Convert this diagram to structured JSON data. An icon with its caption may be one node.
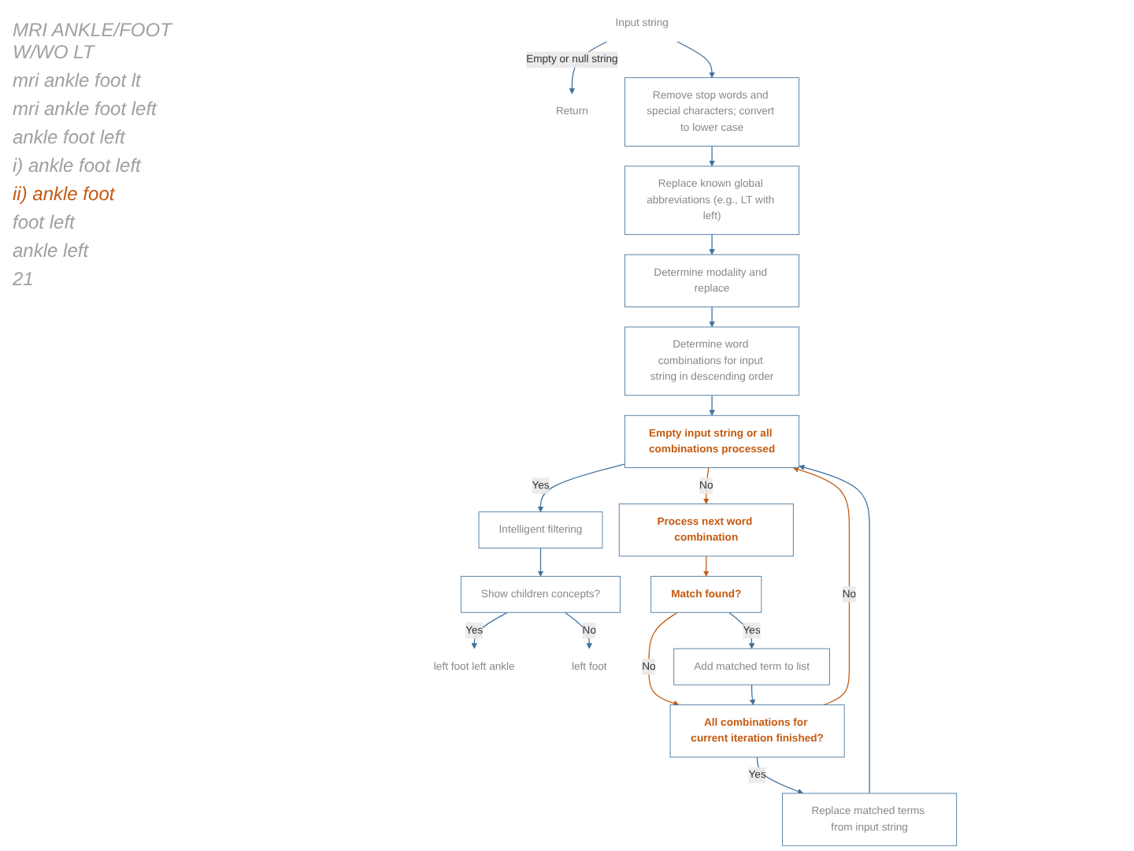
{
  "diagram": {
    "nodes": [
      {
        "text": [
          "Input string"
        ]
      },
      {
        "text": [
          "Return"
        ]
      },
      {
        "text": [
          "Remove stop words and special characters; convert to lower case"
        ]
      },
      {
        "text": [
          "Replace known global abbreviations (e.g., LT with left)"
        ]
      },
      {
        "text": [
          "Determine modality and replace"
        ]
      },
      {
        "text": [
          "Determine word combinations for input string in descending order"
        ]
      },
      {
        "text": [
          "Empty input string or all combinations processed"
        ]
      },
      {
        "text": [
          "Intelligent filtering"
        ]
      },
      {
        "text": [
          "Show children concepts?"
        ]
      },
      {
        "text": [
          "left foot left ankle"
        ]
      },
      {
        "text": [
          "left foot"
        ]
      },
      {
        "text": [
          "Process next word combination"
        ]
      },
      {
        "text": [
          "Match found?"
        ]
      },
      {
        "text": [
          "Add matched term to list"
        ]
      },
      {
        "text": [
          "All combinations for current iteration finished?"
        ]
      },
      {
        "text": [
          "Replace matched terms from input string"
        ]
      }
    ],
    "edges": [
      {
        "from": 0,
        "to": 2,
        "arrow": "to"
      },
      {
        "from": 0,
        "to": 1,
        "arrow": "to",
        "label": "Empty or null string"
      },
      {
        "from": 2,
        "to": 3,
        "arrow": "to"
      },
      {
        "from": 3,
        "to": 4,
        "arrow": "to"
      },
      {
        "from": 4,
        "to": 5,
        "arrow": "to"
      },
      {
        "from": 5,
        "to": 6,
        "arrow": "to"
      },
      {
        "from": 6,
        "to": 7,
        "arrow": "to",
        "label": "Yes"
      },
      {
        "from": 7,
        "to": 8,
        "arrow": "to"
      },
      {
        "from": 8,
        "to": 9,
        "arrow": "to",
        "label": "Yes"
      },
      {
        "from": 8,
        "to": 10,
        "arrow": "to",
        "label": "No"
      },
      {
        "from": 6,
        "to": 11,
        "arrow": "to",
        "label": "No",
        "color": "#c55a11"
      },
      {
        "from": 11,
        "to": 12,
        "arrow": "to",
        "color": "#c55a11"
      },
      {
        "from": 12,
        "to": 13,
        "arrow": "to",
        "label": "Yes"
      },
      {
        "from": 12,
        "to": 14,
        "arrow": "to",
        "label": "No",
        "color": "#c55a11"
      },
      {
        "from": 13,
        "to": 14,
        "arrow": "to"
      },
      {
        "from": 14,
        "to": 15,
        "arrow": "to",
        "label": "Yes"
      },
      {
        "from": 14,
        "to": 6,
        "arrow": "to",
        "label": "No",
        "color": "#c55a11"
      },
      {
        "from": 15,
        "to": 6,
        "arrow": "to"
      }
    ],
    "labels": [
      "MRI ANKLE/FOOT W/WO LT",
      "mri ankle foot lt",
      "mri ankle foot left",
      "ankle foot left",
      "i) ankle foot left",
      "ii) ankle foot",
      "foot left",
      "ankle left",
      "21"
    ]
  }
}
